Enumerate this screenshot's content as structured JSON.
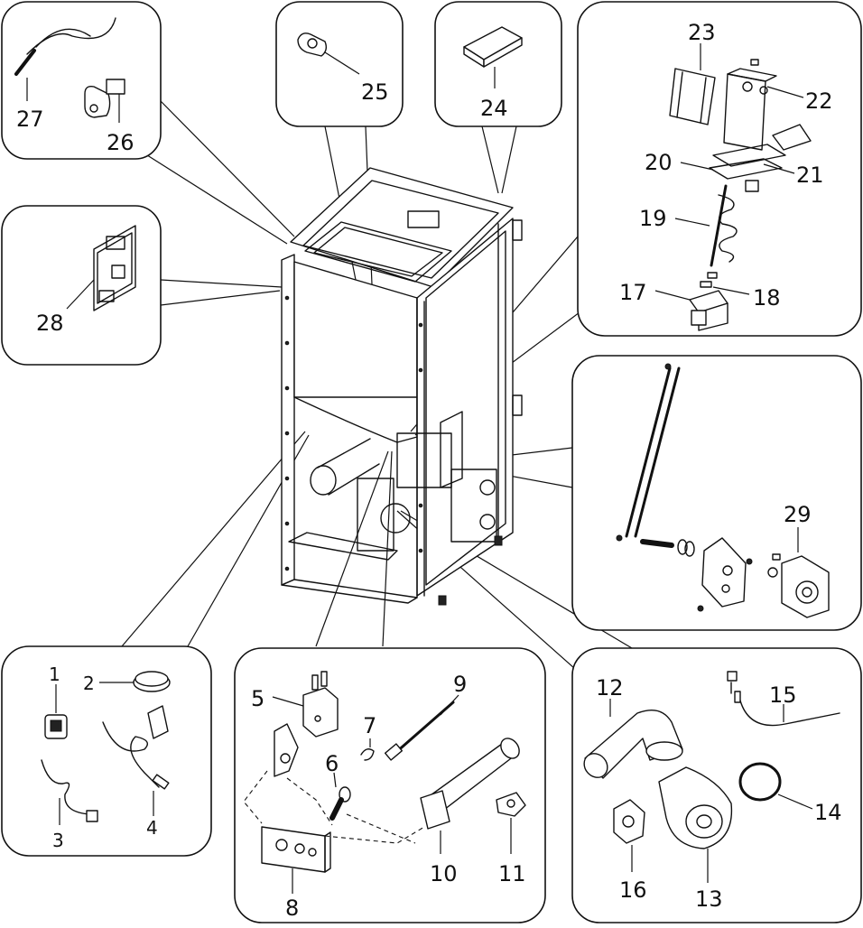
{
  "diagram": {
    "labels": {
      "l1": "1",
      "l2": "2",
      "l3": "3",
      "l4": "4",
      "l5": "5",
      "l6": "6",
      "l7": "7",
      "l8": "8",
      "l9": "9",
      "l10": "10",
      "l11": "11",
      "l12": "12",
      "l13": "13",
      "l14": "14",
      "l15": "15",
      "l16": "16",
      "l17": "17",
      "l18": "18",
      "l19": "19",
      "l20": "20",
      "l21": "21",
      "l22": "22",
      "l23": "23",
      "l24": "24",
      "l25": "25",
      "l26": "26",
      "l27": "27",
      "l28": "28",
      "l29": "29"
    }
  }
}
